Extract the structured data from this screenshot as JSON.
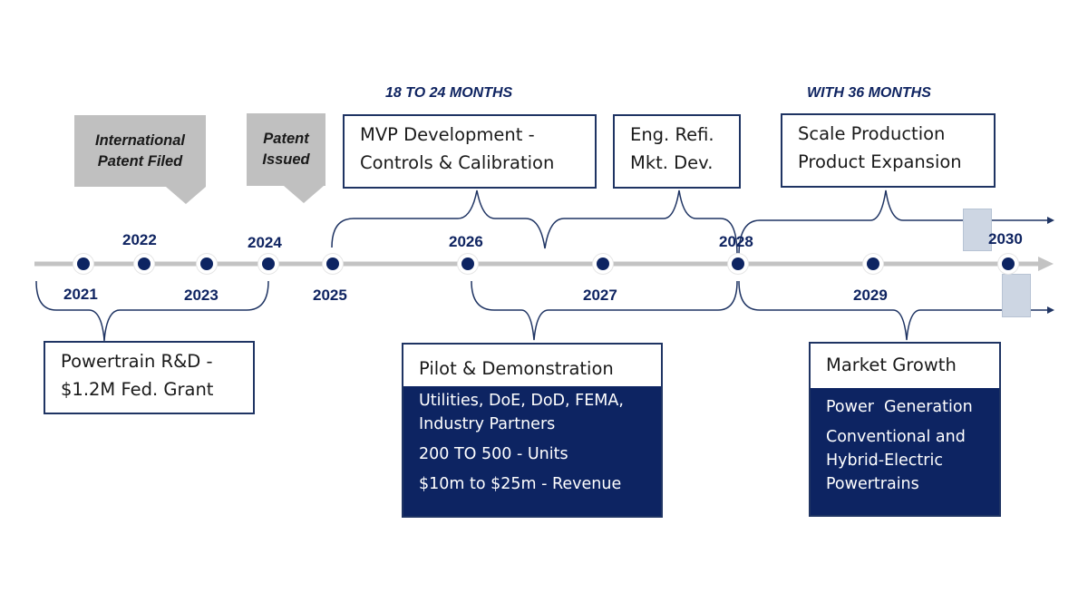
{
  "colors": {
    "navy": "#0d2462",
    "label_navy": "#0f2461",
    "axis_gray": "#c3c3c3",
    "callout_gray": "#c0c0c0",
    "shade_blue": "#cdd6e3"
  },
  "durations": {
    "mvp": "18 TO 24 MONTHS",
    "scale": "WITH 36 MONTHS"
  },
  "callouts": {
    "intl_patent": [
      "International",
      "Patent Filed"
    ],
    "patent_issued": [
      "Patent",
      "Issued"
    ]
  },
  "top_boxes": {
    "mvp": [
      "MVP Development -",
      "Controls & Calibration"
    ],
    "eng": [
      "Eng. Refi.",
      "Mkt. Dev."
    ],
    "scale": [
      "Scale Production",
      "Product Expansion"
    ]
  },
  "timeline": {
    "years": [
      "2021",
      "2022",
      "2023",
      "2024",
      "2025",
      "2026",
      "2027",
      "2028",
      "2029",
      "2030"
    ]
  },
  "bottom_boxes": {
    "rnd": [
      "Powertrain R&D -",
      "$1.2M Fed. Grant"
    ],
    "pilot": {
      "title": "Pilot & Demonstration",
      "items": [
        "Utilities, DoE, DoD, FEMA,",
        "Industry Partners",
        "200 TO 500 - Units",
        "$10m to $25m - Revenue"
      ]
    },
    "market": {
      "title": "Market Growth",
      "items": [
        "Power  Generation",
        "Conventional and",
        "Hybrid-Electric",
        "Powertrains"
      ]
    }
  }
}
